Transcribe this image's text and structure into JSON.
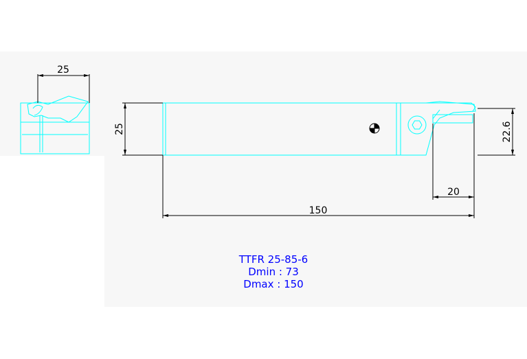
{
  "colors": {
    "outline": "#00ffff",
    "dimension": "#000000",
    "note": "#0000ff",
    "panel": "#f7f7f7"
  },
  "dimensions": {
    "end_width": "25",
    "body_height": "25",
    "overall_length": "150",
    "head_length": "20",
    "head_height": "22.6"
  },
  "notes": {
    "model": "TTFR 25-85-6",
    "dmin": "Dmin : 73",
    "dmax": "Dmax : 150"
  },
  "icons": [
    "center-mark-icon",
    "hex-screw-icon"
  ]
}
